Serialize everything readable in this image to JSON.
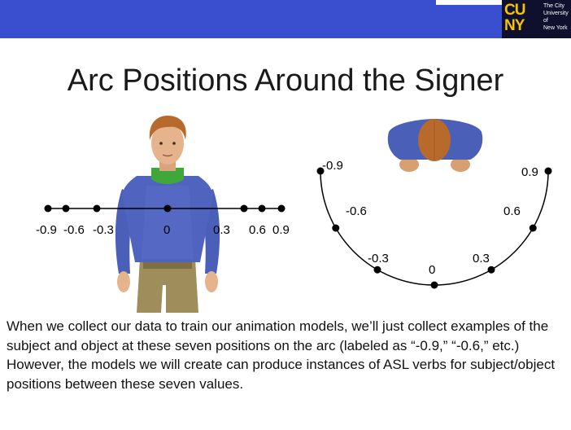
{
  "header": {
    "logo_mark_line1": "CU",
    "logo_mark_line2": "NY",
    "logo_text": "The City\nUniversity\nof\nNew York"
  },
  "title": "Arc Positions Around the Signer",
  "front_view": {
    "labels": [
      "-0.9",
      "-0.6",
      "-0.3",
      "0",
      "0.3",
      "0.6",
      "0.9"
    ]
  },
  "top_view": {
    "labels": [
      "-0.9",
      "-0.6",
      "-0.3",
      "0",
      "0.3",
      "0.6",
      "0.9"
    ]
  },
  "caption": {
    "paragraph1": "When we collect our data to train our animation models, we’ll just collect examples of the subject and object at these seven positions on the arc (labeled as “-0.9,” “-0.6,” etc.)",
    "paragraph2": "However, the models we will create can produce instances of ASL verbs for subject/object positions between these seven values."
  },
  "colors": {
    "header_blue": "#3a4fd0",
    "logo_yellow": "#f5c400",
    "shirt_blue": "#4a5fb8",
    "pants_khaki": "#9c8a5a",
    "hair": "#b8692c",
    "skin": "#e6b48c",
    "collar_green": "#3fa83a"
  }
}
